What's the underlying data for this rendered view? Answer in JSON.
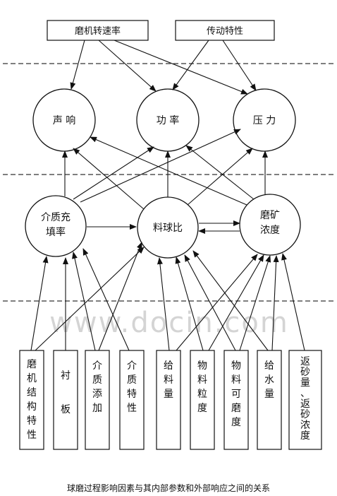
{
  "top_boxes": [
    {
      "id": "speed",
      "label": "磨机转速率"
    },
    {
      "id": "transmission",
      "label": "传动特性"
    }
  ],
  "response_nodes": [
    {
      "id": "sound",
      "label": "声 响"
    },
    {
      "id": "power",
      "label": "功 率"
    },
    {
      "id": "pressure",
      "label": "压 力"
    }
  ],
  "parameter_nodes": [
    {
      "id": "fill",
      "lines": [
        "介质充",
        "填率"
      ]
    },
    {
      "id": "ratio",
      "lines": [
        "料球比"
      ]
    },
    {
      "id": "density",
      "lines": [
        "磨矿",
        "浓度"
      ]
    }
  ],
  "factor_boxes": [
    {
      "id": "mill",
      "label": "磨机结构特性"
    },
    {
      "id": "liner",
      "label": "衬 板"
    },
    {
      "id": "media_add",
      "label": "介质添加"
    },
    {
      "id": "media_prop",
      "label": "介质特性"
    },
    {
      "id": "feed",
      "label": "给料量"
    },
    {
      "id": "size",
      "label": "物料粒度"
    },
    {
      "id": "grind",
      "label": "物料可磨度"
    },
    {
      "id": "water",
      "label": "给水量"
    },
    {
      "id": "return",
      "label": "返砂量、返砂浓度"
    }
  ],
  "watermark": "www.docin.com",
  "caption": "球磨过程影响因素与其内部参数和外部响应之间的关系"
}
